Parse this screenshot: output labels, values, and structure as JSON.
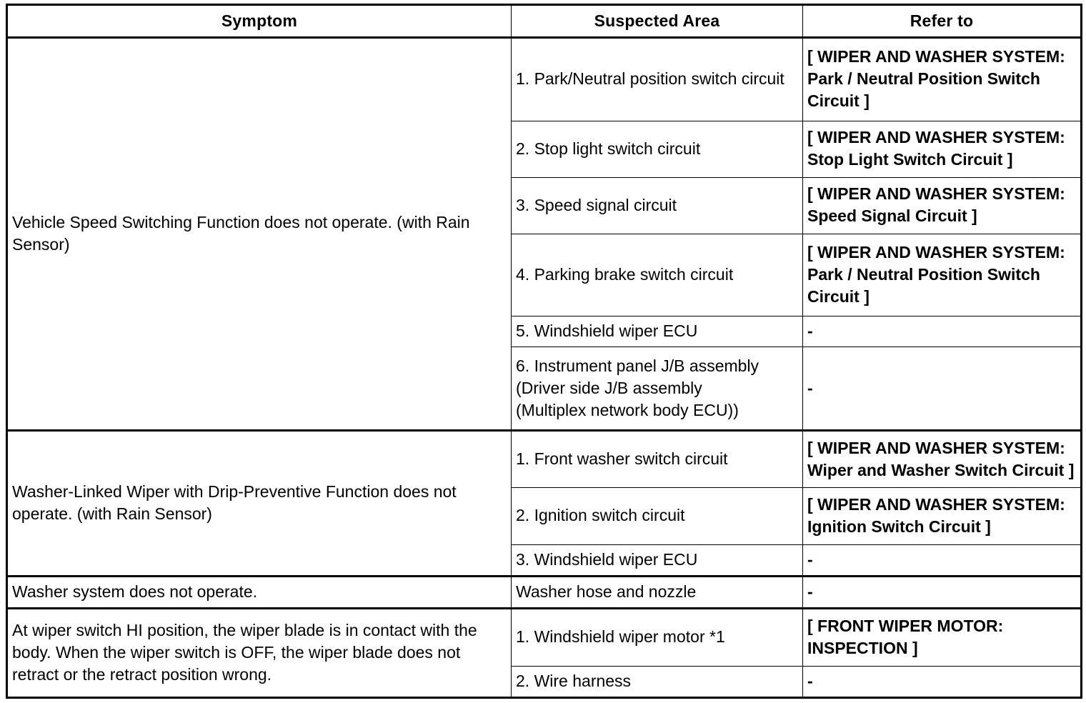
{
  "table": {
    "columns": [
      {
        "key": "symptom",
        "label": "Symptom"
      },
      {
        "key": "area",
        "label": "Suspected Area"
      },
      {
        "key": "refer",
        "label": "Refer to"
      }
    ],
    "groups": [
      {
        "symptom": "Vehicle Speed Switching Function does not operate. (with Rain Sensor)",
        "rows": [
          {
            "area": "1. Park/Neutral position switch circuit",
            "refer": "[ WIPER AND WASHER SYSTEM: Park / Neutral Position Switch Circuit ]"
          },
          {
            "area": "2. Stop light switch circuit",
            "refer": "[ WIPER AND WASHER SYSTEM: Stop Light Switch Circuit ]"
          },
          {
            "area": "3. Speed signal circuit",
            "refer": "[ WIPER AND WASHER SYSTEM: Speed Signal Circuit ]"
          },
          {
            "area": "4. Parking brake switch circuit",
            "refer": "[ WIPER AND WASHER SYSTEM: Park / Neutral Position Switch Circuit ]"
          },
          {
            "area": "5. Windshield wiper ECU",
            "refer": "-"
          },
          {
            "area": "6. Instrument panel J/B assembly\n(Driver side J/B assembly\n(Multiplex network body ECU))",
            "refer": "-"
          }
        ]
      },
      {
        "symptom": "Washer-Linked Wiper with Drip-Preventive Function does not operate. (with Rain Sensor)",
        "rows": [
          {
            "area": "1. Front washer switch circuit",
            "refer": "[ WIPER AND WASHER SYSTEM: Wiper and Washer Switch Circuit ]"
          },
          {
            "area": "2. Ignition switch circuit",
            "refer": "[ WIPER AND WASHER SYSTEM: Ignition Switch Circuit ]"
          },
          {
            "area": "3. Windshield wiper ECU",
            "refer": "-"
          }
        ]
      },
      {
        "symptom": "Washer system does not operate.",
        "rows": [
          {
            "area": "Washer hose and nozzle",
            "refer": "-"
          }
        ]
      },
      {
        "symptom": "At wiper switch HI position, the wiper blade is in contact with the body. When the wiper switch is OFF, the wiper blade does not retract or the retract position wrong.",
        "rows": [
          {
            "area": "1. Windshield wiper motor *1",
            "refer": "[ FRONT WIPER MOTOR: INSPECTION ]"
          },
          {
            "area": "2. Wire harness",
            "refer": "-"
          }
        ]
      }
    ]
  },
  "colors": {
    "border": "#000000",
    "text": "#000000",
    "background": "#ffffff"
  }
}
